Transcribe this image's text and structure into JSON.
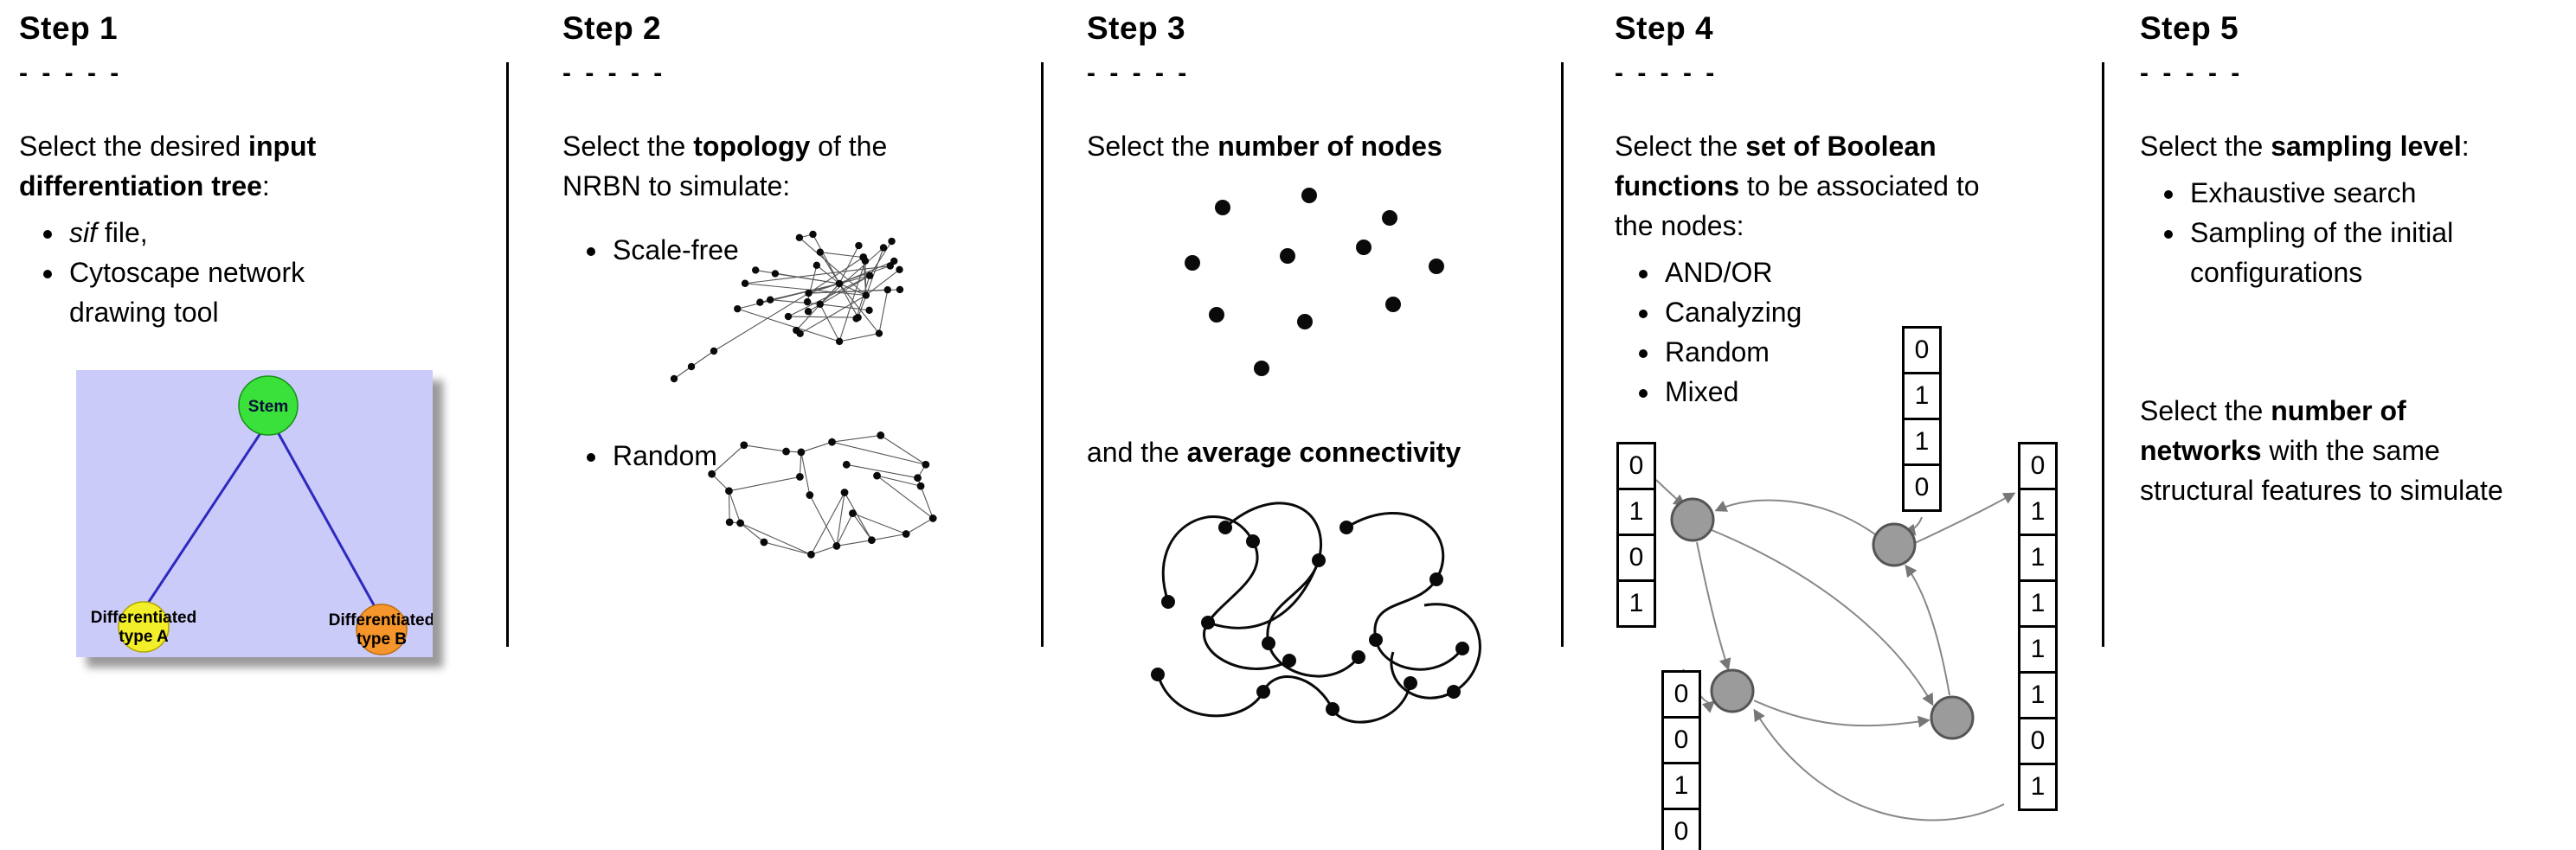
{
  "figure": {
    "steps": [
      {
        "title": "Step 1",
        "dashes": "- - - - -",
        "intro": [
          {
            "t": "Select the desired "
          },
          {
            "t": "input",
            "b": true
          },
          {
            "br": true
          },
          {
            "t": "differentiation tree",
            "b": true
          },
          {
            "t": ":"
          }
        ],
        "bullets": [
          [
            {
              "t": "sif",
              "i": true
            },
            {
              "t": " file,"
            }
          ],
          [
            {
              "t": "Cytoscape network"
            },
            {
              "br": true
            },
            {
              "t": "drawing tool"
            }
          ]
        ],
        "tree": {
          "stem": "Stem",
          "type_a": [
            "Differentiated",
            "type A"
          ],
          "type_b": [
            "Differentiated",
            "type B"
          ],
          "colors": {
            "background": "#cbcbfa",
            "stem": "#3be13b",
            "type_a": "#f2ee2a",
            "type_b": "#f5952b",
            "edge": "#2a2ac0"
          }
        }
      },
      {
        "title": "Step 2",
        "dashes": "- - - - -",
        "intro": [
          {
            "t": "Select the "
          },
          {
            "t": "topology",
            "b": true
          },
          {
            "t": " of the"
          },
          {
            "br": true
          },
          {
            "t": "NRBN to simulate:"
          }
        ],
        "bullets": [
          [
            {
              "t": "Scale-free"
            }
          ],
          [
            {
              "t": "Random"
            }
          ]
        ]
      },
      {
        "title": "Step 3",
        "dashes": "- - - - -",
        "intro": [
          {
            "t": "Select the "
          },
          {
            "t": "number of nodes",
            "b": true
          }
        ],
        "second": [
          {
            "t": "and the "
          },
          {
            "t": "average connectivity",
            "b": true
          }
        ]
      },
      {
        "title": "Step 4",
        "dashes": "- - - - -",
        "intro": [
          {
            "t": "Select the "
          },
          {
            "t": "set of Boolean",
            "b": true
          },
          {
            "br": true
          },
          {
            "t": "functions",
            "b": true
          },
          {
            "t": " to be associated to"
          },
          {
            "br": true
          },
          {
            "t": "the nodes:"
          }
        ],
        "bullets": [
          [
            {
              "t": "AND/OR"
            }
          ],
          [
            {
              "t": "Canalyzing"
            }
          ],
          [
            {
              "t": "Random"
            }
          ],
          [
            {
              "t": "Mixed"
            }
          ]
        ],
        "truth_tables": {
          "top": [
            "0",
            "1",
            "1",
            "0"
          ],
          "left": [
            "0",
            "1",
            "0",
            "1"
          ],
          "bottom": [
            "0",
            "0",
            "1",
            "0"
          ],
          "right": [
            "0",
            "1",
            "1",
            "1",
            "1",
            "1",
            "0",
            "1"
          ]
        }
      },
      {
        "title": "Step 5",
        "dashes": "- - - - -",
        "intro": [
          {
            "t": "Select the "
          },
          {
            "t": "sampling level",
            "b": true
          },
          {
            "t": ":"
          }
        ],
        "bullets": [
          [
            {
              "t": "Exhaustive search"
            }
          ],
          [
            {
              "t": "Sampling of the initial"
            },
            {
              "br": true
            },
            {
              "t": "configurations"
            }
          ]
        ],
        "second": [
          {
            "t": "Select the "
          },
          {
            "t": "number of",
            "b": true
          },
          {
            "br": true
          },
          {
            "t": "networks",
            "b": true
          },
          {
            "t": " with the same"
          },
          {
            "br": true
          },
          {
            "t": "structural features to simulate"
          }
        ]
      }
    ]
  }
}
